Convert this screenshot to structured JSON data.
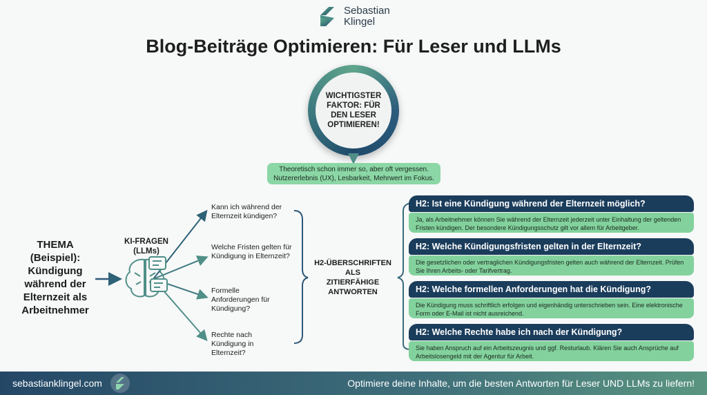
{
  "brand": {
    "name_line1": "Sebastian",
    "name_line2": "Klingel"
  },
  "title": "Blog-Beiträge Optimieren: Für Leser und LLMs",
  "key_factor": {
    "line1": "WICHTIGSTER",
    "line2": "FAKTOR: FÜR",
    "line3": "DEN LESER",
    "line4": "OPTIMIEREN!"
  },
  "note": {
    "line1": "Theoretisch schon immer so, aber oft vergessen.",
    "line2": "Nutzererlebnis (UX), Lesbarkeit, Mehrwert im Fokus."
  },
  "topic": {
    "line1": "THEMA",
    "line2": "(Beispiel):",
    "line3": "Kündigung",
    "line4": "während der",
    "line5": "Elternzeit als",
    "line6": "Arbeitnehmer"
  },
  "ki": {
    "line1": "KI-FRAGEN",
    "line2": "(LLMs)"
  },
  "questions": [
    "Kann ich während der Elternzeit kündigen?",
    "Welche Fristen gelten für Kündigung in Elternzeit?",
    "Formelle Anforderungen für Kündigung?",
    "Rechte nach Kündigung in Elternzeit?"
  ],
  "h2_label": {
    "line1": "H2-ÜBERSCHRIFTEN",
    "line2": "ALS",
    "line3": "ZITIERFÄHIGE",
    "line4": "ANTWORTEN"
  },
  "cards": [
    {
      "heading": "H2: Ist eine Kündigung während der Elternzeit möglich?",
      "body": "Ja, als Arbeitnehmer können Sie während der Elternzeit jederzeit unter Einhaltung der geltenden Fristen kündigen. Der besondere Kündigungsschutz gilt vor allem für Arbeitgeber."
    },
    {
      "heading": "H2: Welche Kündigungsfristen gelten in der Elternzeit?",
      "body": "Die gesetzlichen oder vertraglichen Kündigungsfristen gelten auch während der Elternzeit. Prüfen Sie Ihren Arbeits- oder Tarifvertrag."
    },
    {
      "heading": "H2: Welche formellen Anforderungen hat die Kündigung?",
      "body": "Die Kündigung muss schriftlich erfolgen und eigenhändig unterschrieben sein. Eine elektronische Form oder E-Mail ist nicht ausreichend."
    },
    {
      "heading": "H2: Welche Rechte habe ich nach der Kündigung?",
      "body": "Sie haben Anspruch auf ein Arbeitszeugnis und ggf. Resturlaub. Klären Sie auch Ansprüche auf Arbeitslosengeld mit der Agentur für Arbeit."
    }
  ],
  "footer": {
    "url": "sebastianklingel.com",
    "tagline": "Optimiere deine Inhalte, um die besten Antworten für Leser UND LLMs zu liefern!"
  },
  "colors": {
    "navy": "#1b3d5c",
    "green": "#83d29d",
    "teal": "#3f7f80"
  }
}
